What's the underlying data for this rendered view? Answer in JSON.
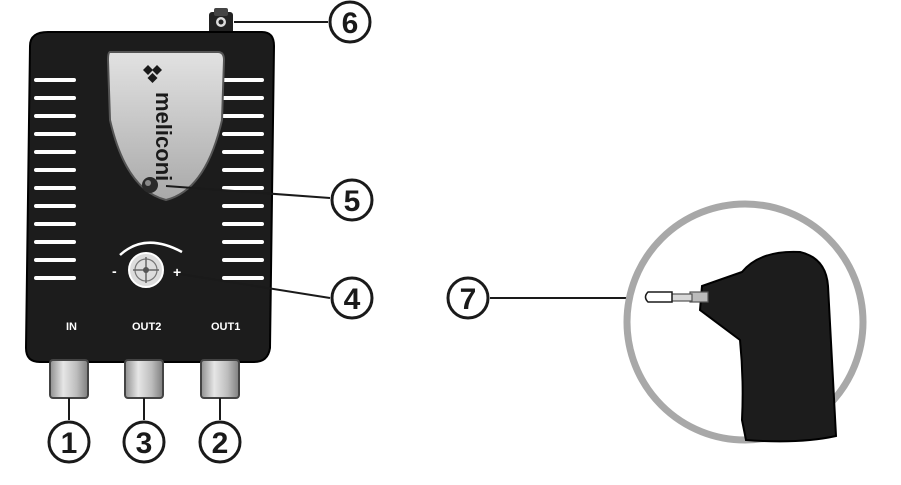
{
  "device": {
    "brand": "meliconi",
    "ports": {
      "in_label": "IN",
      "out2_label": "OUT2",
      "out1_label": "OUT1"
    },
    "gain": {
      "minus": "-",
      "plus": "+"
    }
  },
  "callouts": {
    "c1": "1",
    "c2": "2",
    "c3": "3",
    "c4": "4",
    "c5": "5",
    "c6": "6",
    "c7": "7"
  },
  "colors": {
    "body": "#1c1c1c",
    "accent_panel": "#c9c9c9",
    "connector": "#b5b5b5",
    "ring": "#a8a8a8",
    "ink": "#1a1a1a"
  }
}
